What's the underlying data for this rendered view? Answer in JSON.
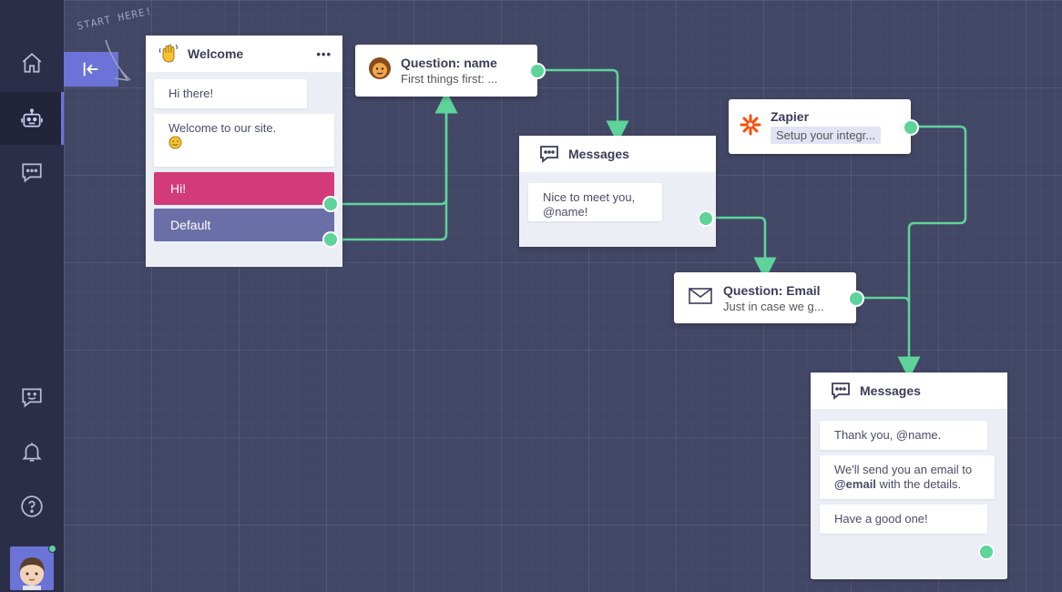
{
  "sidebar": {
    "items": [
      {
        "icon": "home-icon"
      },
      {
        "icon": "bot-icon",
        "active": true
      },
      {
        "icon": "chat-icon"
      },
      {
        "icon": "feedback-icon"
      },
      {
        "icon": "bell-icon"
      },
      {
        "icon": "help-icon"
      }
    ],
    "status_color": "#5ed39a"
  },
  "start": {
    "label": "START HERE!"
  },
  "welcome": {
    "title": "Welcome",
    "menu": "•••",
    "messages": [
      "Hi there!",
      "Welcome to our site."
    ],
    "buttons": [
      {
        "label": "Hi!",
        "color": "#d33a78"
      },
      {
        "label": "Default",
        "color": "#6b6fa8"
      }
    ]
  },
  "q_name": {
    "title": "Question: name",
    "subtitle": "First things first: ..."
  },
  "messages1": {
    "title": "Messages",
    "text": "Nice to meet you, @name!"
  },
  "zapier": {
    "title": "Zapier",
    "subtitle": "Setup your integr..."
  },
  "q_email": {
    "title": "Question: Email",
    "subtitle": "Just in case we g..."
  },
  "messages2": {
    "title": "Messages",
    "m1": "Thank you, @name.",
    "m2_a": "We'll send you an email to",
    "m2_b": "@email",
    "m2_c": "with the details.",
    "m3": "Have a good one!"
  },
  "colors": {
    "accent": "#6b74d6",
    "connector": "#5ed39a",
    "canvas": "#434766",
    "sidebar": "#2b2e48"
  }
}
